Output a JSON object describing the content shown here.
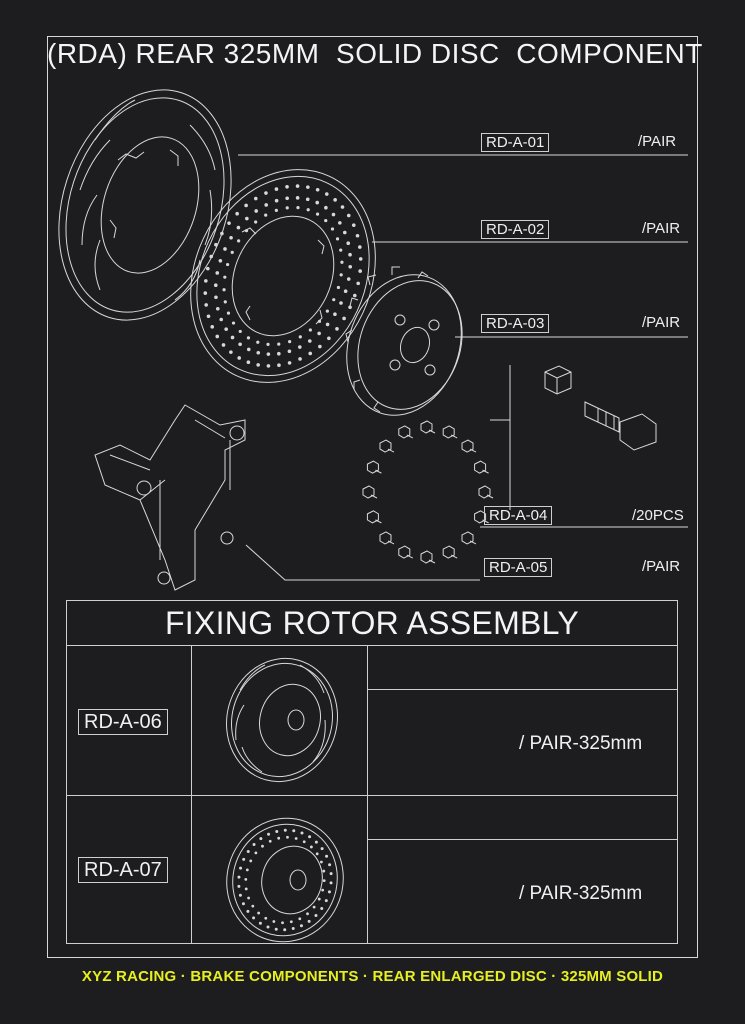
{
  "sheet": {
    "title": "(RDA) REAR 325MM  SOLID DISC  COMPONENT",
    "colors": {
      "background": "#1d1d1f",
      "line": "#d8d8d8",
      "footer": "#e6f020"
    }
  },
  "components": [
    {
      "code": "RD-A-01",
      "qty": "/PAIR",
      "drawing": "slotted-disc-ring"
    },
    {
      "code": "RD-A-02",
      "qty": "/PAIR",
      "drawing": "drilled-disc-ring"
    },
    {
      "code": "RD-A-03",
      "qty": "/PAIR",
      "drawing": "rotor-bell-hat"
    },
    {
      "code": "RD-A-04",
      "qty": "/20PCS",
      "drawing": "bolt-and-nut-set"
    },
    {
      "code": "RD-A-05",
      "qty": "/PAIR",
      "drawing": "caliper-bracket"
    }
  ],
  "assembly": {
    "title": "FIXING ROTOR ASSEMBLY",
    "rows": [
      {
        "code": "RD-A-06",
        "spec": "/ PAIR-325mm",
        "drawing": "slotted-rotor-assembly"
      },
      {
        "code": "RD-A-07",
        "spec": "/ PAIR-325mm",
        "drawing": "drilled-rotor-assembly"
      }
    ]
  },
  "footer": {
    "text": "XYZ RACING · BRAKE COMPONENTS · REAR ENLARGED DISC · 325MM SOLID"
  }
}
